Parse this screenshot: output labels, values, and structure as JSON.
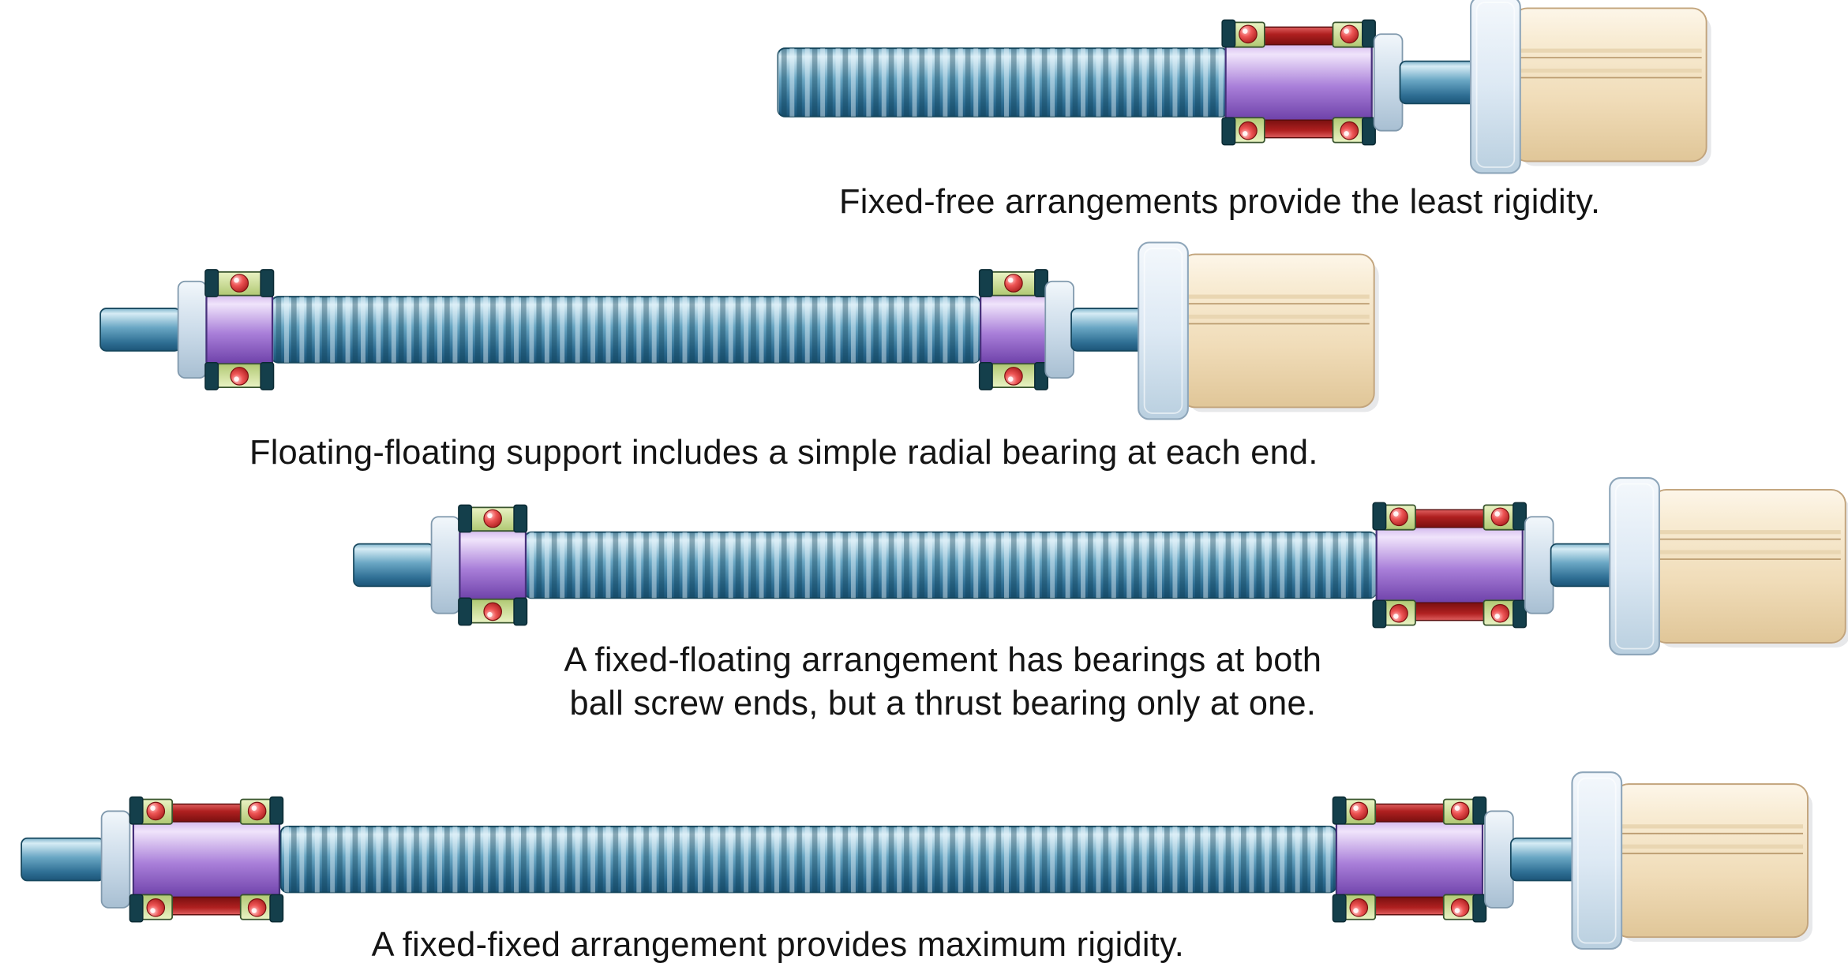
{
  "captions": {
    "fixed_free": "Fixed-free arrangements provide the least rigidity.",
    "floating_floating": "Floating-floating support includes a simple radial bearing at each end.",
    "fixed_floating_line1": "A fixed-floating arrangement has bearings at both",
    "fixed_floating_line2": "ball screw ends, but a thrust bearing only at one.",
    "fixed_fixed": "A fixed-fixed arrangement provides maximum rigidity."
  },
  "text_color": "#141414",
  "colors": {
    "screw_blue": "#5e9dbe",
    "bearing_housing_purple": "#a97fd9",
    "bearing_block_green": "#cfe49a",
    "bearing_ball_red": "#d83a3a",
    "spacer_red": "#b02020",
    "retainer_teal": "#143f4b",
    "flange_blue_gray": "#ccdcea",
    "motor_beige": "#f0dcb8",
    "background": "#ffffff"
  }
}
